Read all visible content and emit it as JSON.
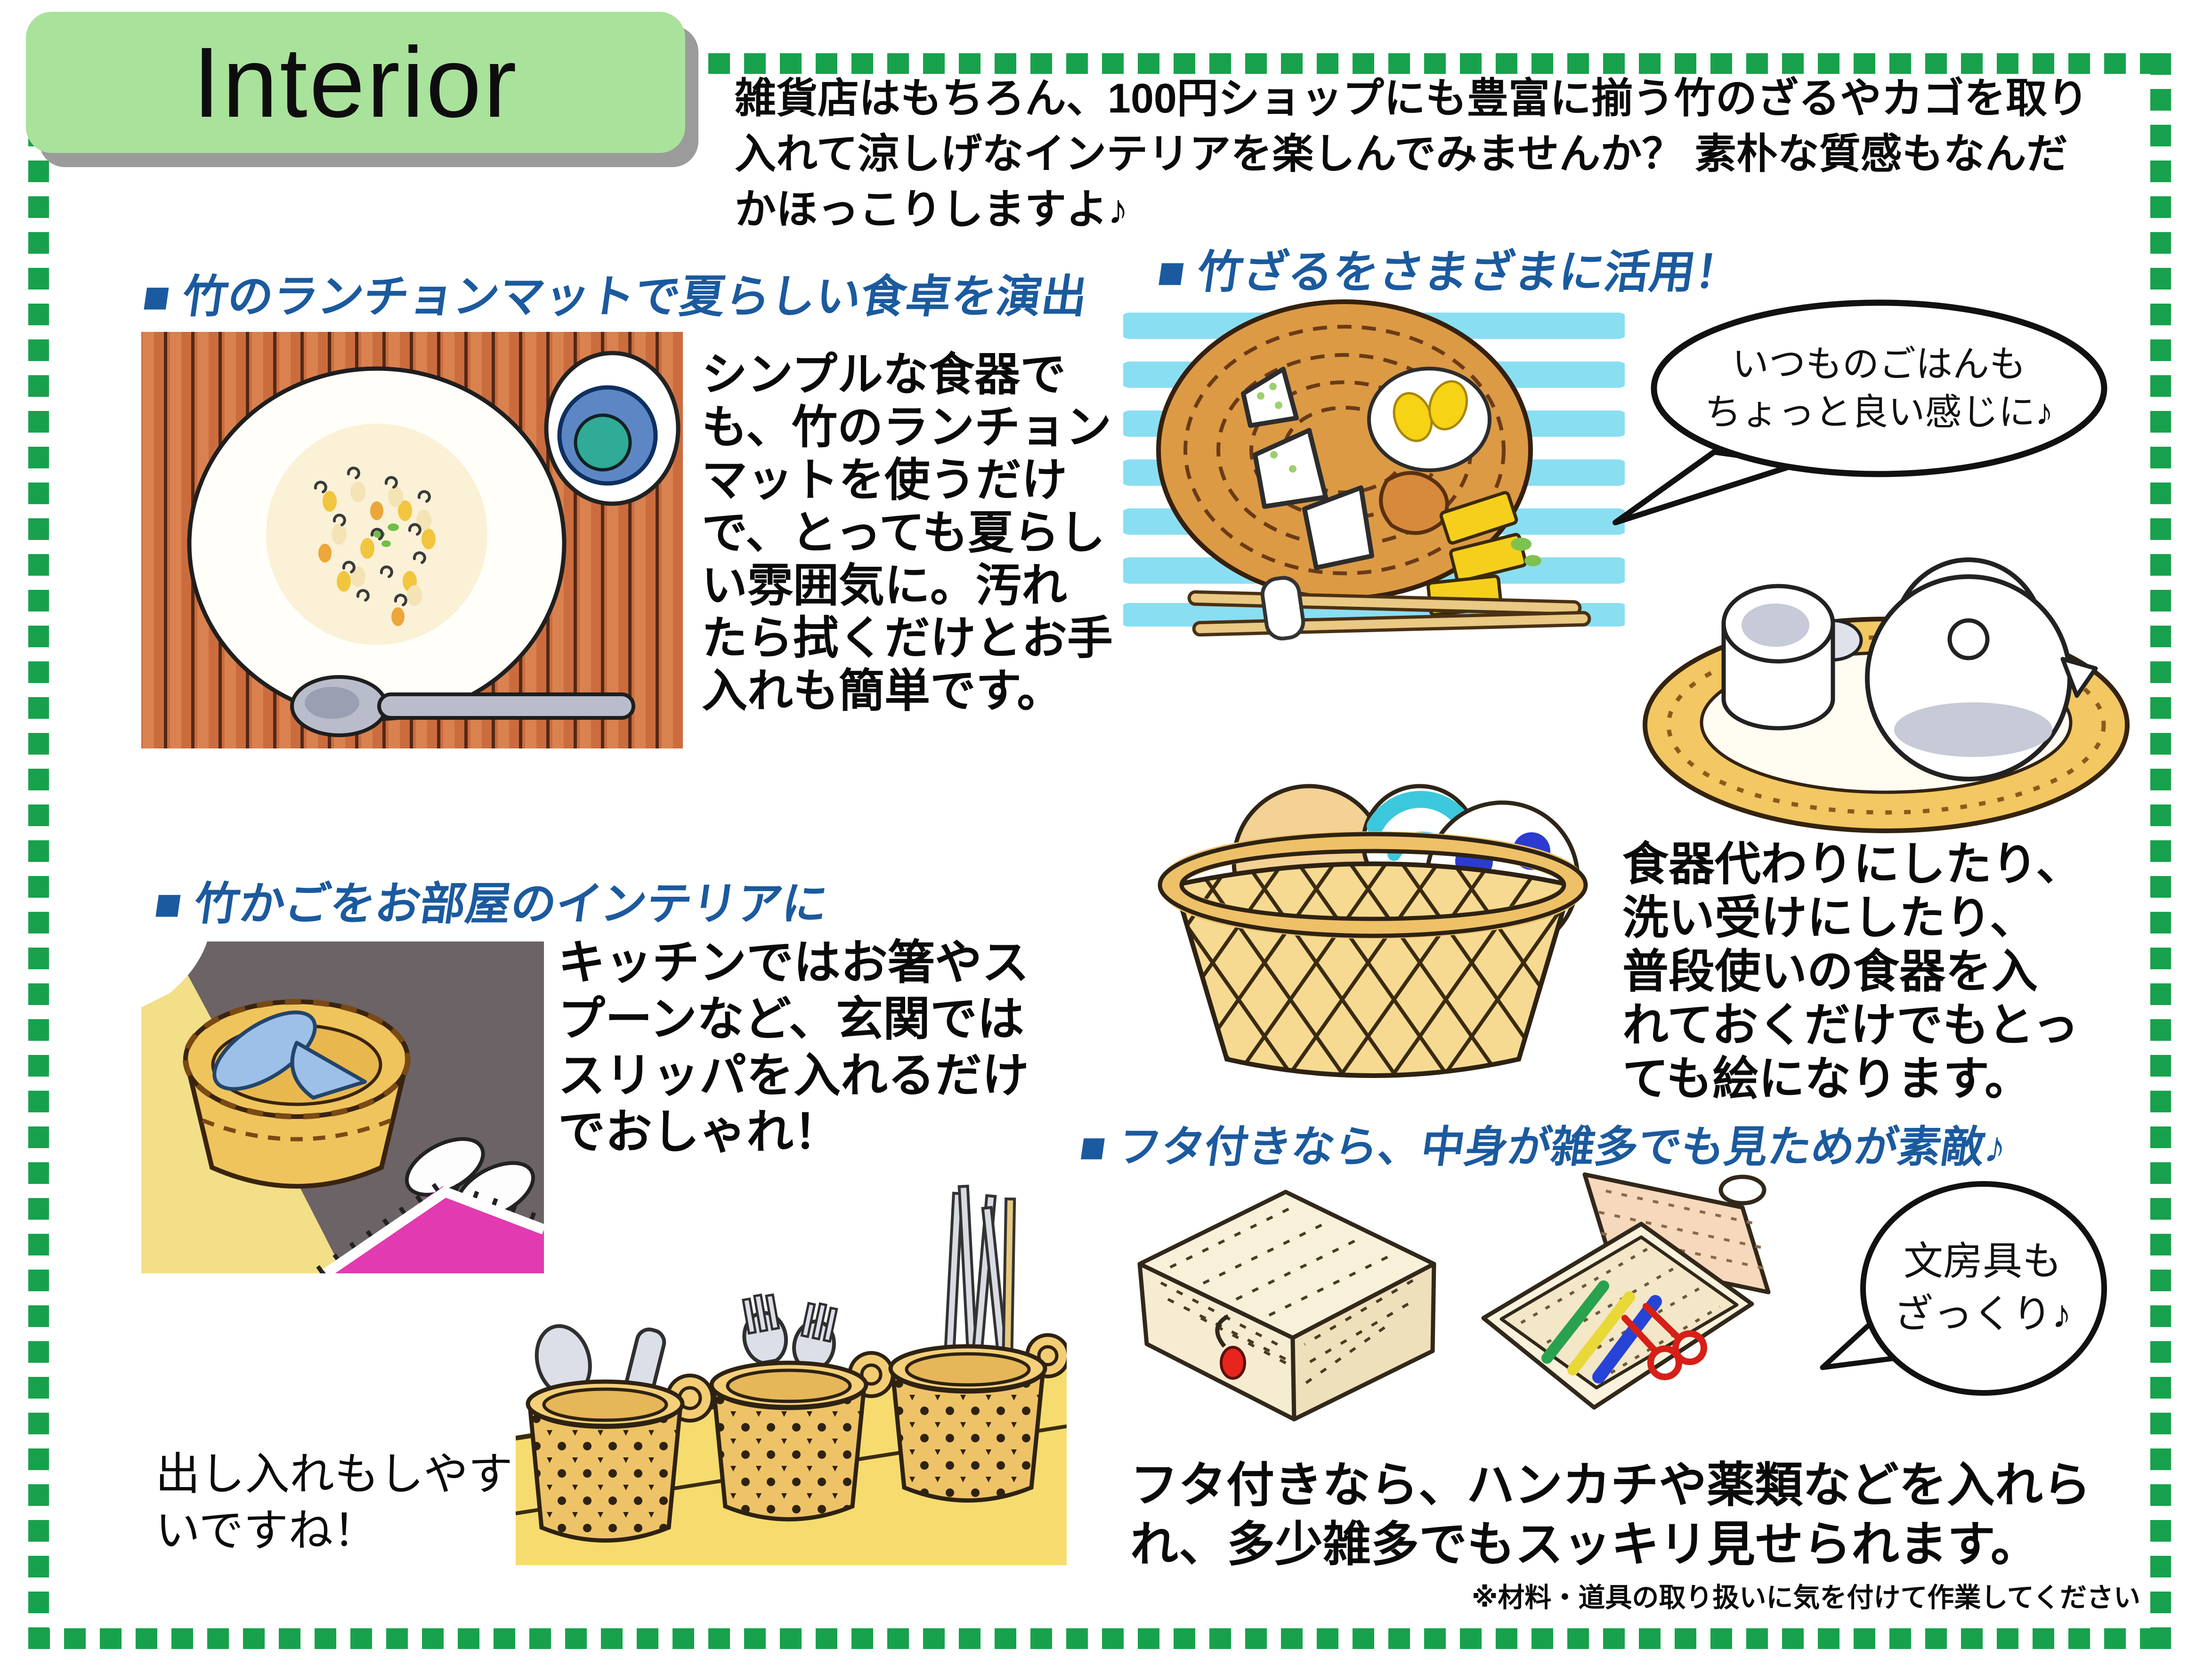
{
  "page": {
    "title": "Interior",
    "intro_lines": [
      "雑貨店はもちろん、100円ショップにも豊富に揃う竹のざるやカゴを取り",
      "入れて涼しげなインテリアを楽しんでみませんか？ 素朴な質感もなんだ",
      "かほっこりしますよ♪"
    ],
    "footnote": "※材料・道具の取り扱いに気を付けて作業してください",
    "colors": {
      "title_green": "#a9e29b",
      "frame_green": "#18a14c",
      "heading_blue": "#1b5a9e",
      "stripe_blue": "#8adef2",
      "basket_tan": "#eec367",
      "mat_pink": "#e23ab0"
    }
  },
  "sections": {
    "placemat": {
      "heading": "■ 竹のランチョンマットで夏らしい食卓を演出",
      "body_lines": [
        "シンプルな食器で",
        "も、竹のランチョン",
        "マットを使うだけ",
        "で、とっても夏らし",
        "い雰囲気に。汚れ",
        "たら拭くだけとお手",
        "入れも簡単です。"
      ]
    },
    "zaru": {
      "heading": "■ 竹ざるをさまざまに活用！",
      "bubble_lines": [
        "いつものごはんも",
        "ちょっと良い感じに♪"
      ],
      "body_lines": [
        "食器代わりにしたり、",
        "洗い受けにしたり、",
        "普段使いの食器を入",
        "れておくだけでもとっ",
        "ても絵になります。"
      ]
    },
    "kago": {
      "heading": "■ 竹かごをお部屋のインテリアに",
      "body_lines": [
        "キッチンではお箸やス",
        "プーンなど、玄関では",
        "スリッパを入れるだけ",
        "でおしゃれ！"
      ],
      "caption_lines": [
        "出し入れもしやす",
        "いですね！"
      ]
    },
    "futa": {
      "heading": "■ フタ付きなら、中身が雑多でも見ためが素敵♪",
      "bubble_lines": [
        "文房具も",
        "ざっくり♪"
      ],
      "body_lines": [
        "フタ付きなら、ハンカチや薬類などを入れら",
        "れ、多少雑多でもスッキリ見せられます。"
      ]
    }
  }
}
